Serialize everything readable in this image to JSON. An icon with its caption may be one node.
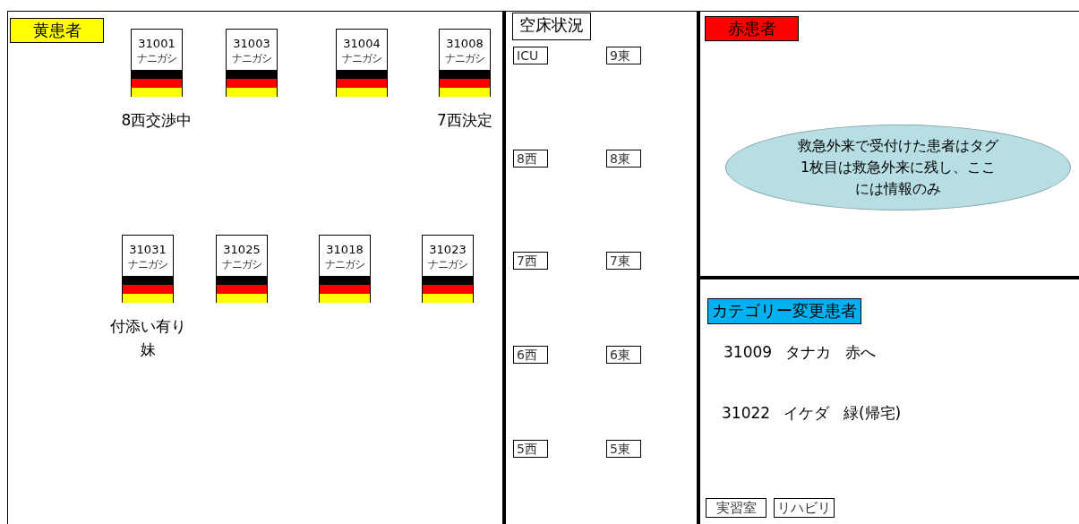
{
  "diagram": {
    "nodes": [
      {
        "text": [
          "黄患者"
        ]
      },
      {
        "text": [
          "31001",
          "ナニガシ"
        ],
        "in": 0,
        "beside": [
          "8西交渉中"
        ]
      },
      {
        "text": [
          "31003",
          "ナニガシ"
        ],
        "in": 0
      },
      {
        "text": [
          "31004",
          "ナニガシ"
        ],
        "in": 0
      },
      {
        "text": [
          "31008",
          "ナニガシ"
        ],
        "in": 0,
        "beside": [
          "7西決定"
        ]
      },
      {
        "text": [
          "31031",
          "ナニガシ"
        ],
        "in": 0,
        "beside": [
          "付添い有り",
          "妹"
        ]
      },
      {
        "text": [
          "31025",
          "ナニガシ"
        ],
        "in": 0
      },
      {
        "text": [
          "31018",
          "ナニガシ"
        ],
        "in": 0
      },
      {
        "text": [
          "31023",
          "ナニガシ"
        ],
        "in": 0
      },
      {
        "text": [
          "空床状況"
        ]
      },
      {
        "text": [
          "ICU"
        ],
        "in": 9
      },
      {
        "text": [
          "9東"
        ],
        "in": 9
      },
      {
        "text": [
          "8西"
        ],
        "in": 9
      },
      {
        "text": [
          "8東"
        ],
        "in": 9
      },
      {
        "text": [
          "7西"
        ],
        "in": 9
      },
      {
        "text": [
          "7東"
        ],
        "in": 9
      },
      {
        "text": [
          "6西"
        ],
        "in": 9
      },
      {
        "text": [
          "6東"
        ],
        "in": 9
      },
      {
        "text": [
          "5西"
        ],
        "in": 9
      },
      {
        "text": [
          "5東"
        ],
        "in": 9
      },
      {
        "text": [
          "赤患者"
        ]
      },
      {
        "text": [
          "救急外来で受付けた患者はタグ1枚目は救急外来に残し、ここには情報のみ"
        ],
        "in": 20
      },
      {
        "text": [
          "カテゴリー変更患者"
        ]
      },
      {
        "text": [
          "実習室"
        ],
        "in": 22
      },
      {
        "text": [
          "リハビリ"
        ],
        "in": 22
      }
    ],
    "edges": [],
    "labels": [
      "31009 タナカ 赤へ",
      "31022 イケダ 緑(帰宅)"
    ]
  }
}
